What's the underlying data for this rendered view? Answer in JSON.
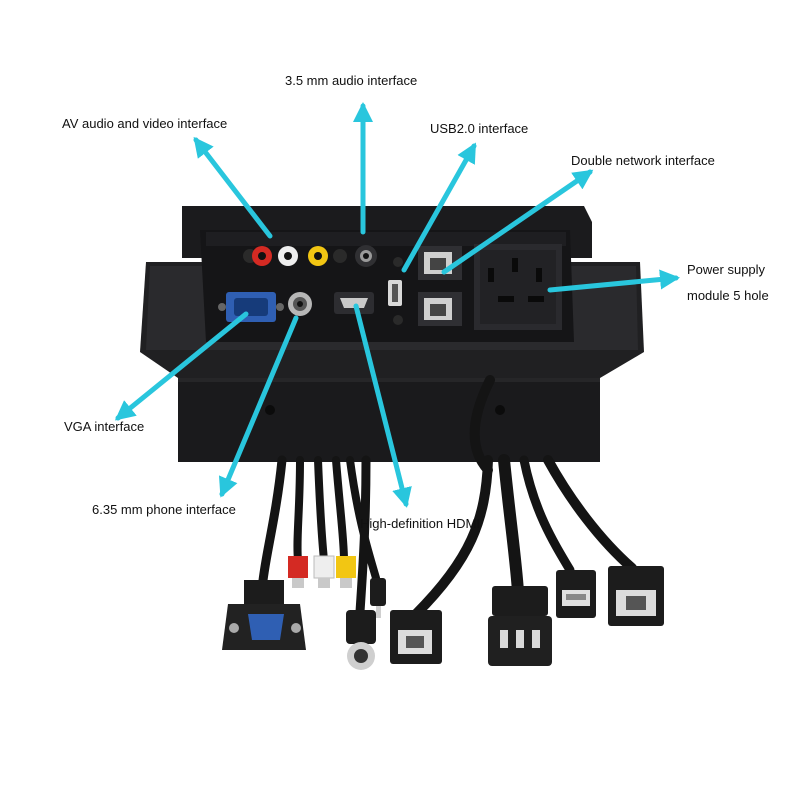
{
  "labels": {
    "audio_35": "3.5 mm audio interface",
    "av": "AV audio and video interface",
    "usb": "USB2.0 interface",
    "network": "Double network interface",
    "power_line1": "Power supply",
    "power_line2": "module 5 hole",
    "vga": "VGA interface",
    "phone_635": "6.35 mm phone interface",
    "hdmi": "High-definition HDMI"
  },
  "colors": {
    "arrow": "#29c6dd",
    "device_body": "#1d1d1f",
    "device_face": "#111113",
    "cable": "#141414",
    "label_text": "#111111",
    "rca_red": "#d42a23",
    "rca_white": "#eeeeee",
    "rca_yellow": "#f2c613",
    "vga_blue": "#2f5fb3"
  },
  "icons": [
    "vga-port-icon",
    "phone-jack-icon",
    "hdmi-port-icon",
    "usb-port-icon",
    "rj45-port-icon",
    "power-outlet-icon",
    "rca-jack-icon",
    "audio-jack-icon"
  ]
}
